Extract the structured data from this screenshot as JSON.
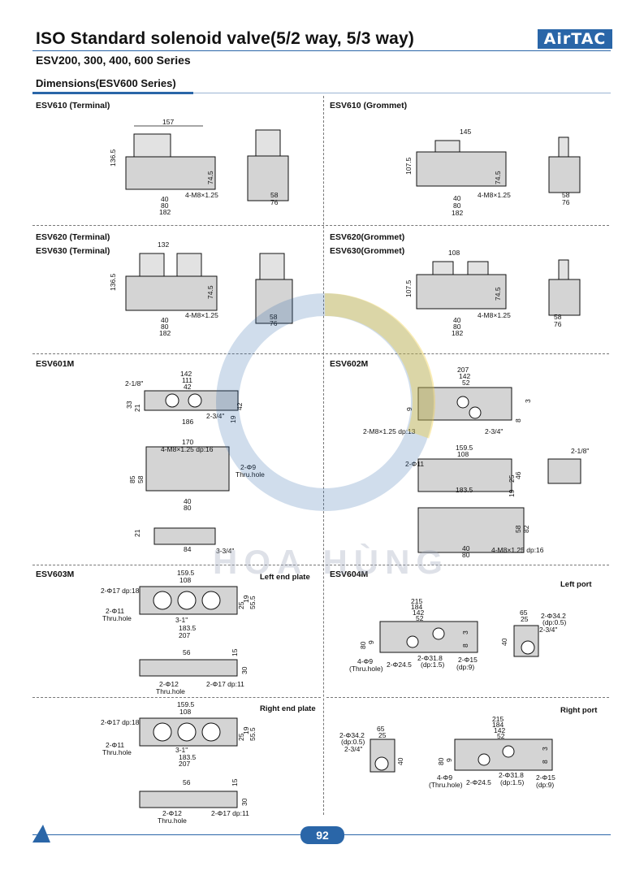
{
  "header": {
    "title": "ISO Standard solenoid valve(5/2 way, 5/3 way)",
    "subtitle": "ESV200, 300, 400, 600 Series",
    "logo": "AirTAC"
  },
  "section": {
    "title": "Dimensions(ESV600 Series)"
  },
  "panels": {
    "esv610_terminal": {
      "label": "ESV610 (Terminal)",
      "dims": [
        "157",
        "136.5",
        "74.5",
        "40",
        "80",
        "182",
        "4-M8×1.25",
        "58",
        "76"
      ]
    },
    "esv610_grommet": {
      "label": "ESV610 (Grommet)",
      "dims": [
        "145",
        "107.5",
        "74.5",
        "40",
        "80",
        "182",
        "4-M8×1.25",
        "58",
        "76"
      ]
    },
    "esv620_terminal": {
      "label1": "ESV620 (Terminal)",
      "label2": "ESV630 (Terminal)",
      "dims": [
        "132",
        "136.5",
        "74.5",
        "40",
        "80",
        "182",
        "4-M8×1.25",
        "58",
        "76"
      ]
    },
    "esv620_grommet": {
      "label1": "ESV620(Grommet)",
      "label2": "ESV630(Grommet)",
      "dims": [
        "108",
        "107.5",
        "74.5",
        "40",
        "80",
        "182",
        "4-M8×1.25",
        "58",
        "76"
      ]
    },
    "esv601m": {
      "label": "ESV601M",
      "dims": [
        "142",
        "111",
        "42",
        "2-1/8\"",
        "33",
        "21",
        "42",
        "186",
        "2-3/4\"",
        "19",
        "170",
        "4-M8×1.25 dp:16",
        "85",
        "58",
        "2-Φ9",
        "Thru.hole",
        "40",
        "80",
        "21",
        "84",
        "3-3/4\""
      ]
    },
    "esv602m": {
      "label": "ESV602M",
      "dims": [
        "207",
        "142",
        "52",
        "3",
        "8",
        "9",
        "2-M8×1.25 dp:13",
        "2-3/4\"",
        "159.5",
        "108",
        "2-Φ11",
        "2-1/8\"",
        "46",
        "25",
        "183.5",
        "19",
        "58",
        "82",
        "40",
        "80",
        "4-M8×1.25 dp:16"
      ]
    },
    "esv603m": {
      "label": "ESV603M",
      "sublabel": "Left end plate",
      "dims": [
        "159.5",
        "108",
        "2-Φ17 dp:18",
        "2-Φ11",
        "Thru.hole",
        "3-1\"",
        "183.5",
        "207",
        "19",
        "25",
        "55.5",
        "56",
        "15",
        "30",
        "2-Φ12",
        "Thru.hole",
        "2-Φ17 dp:11"
      ]
    },
    "esv603m_right": {
      "sublabel": "Right end plate",
      "dims": [
        "159.5",
        "108",
        "2-Φ17 dp:18",
        "2-Φ11",
        "Thru.hole",
        "3-1\"",
        "183.5",
        "207",
        "19",
        "25",
        "55.5",
        "56",
        "15",
        "30",
        "2-Φ12",
        "Thru.hole",
        "2-Φ17 dp:11"
      ]
    },
    "esv604m": {
      "label": "ESV604M",
      "sublabel": "Left port",
      "dims": [
        "215",
        "184",
        "142",
        "52",
        "80",
        "9",
        "3",
        "8",
        "4-Φ9",
        "(Thru.hole)",
        "2-Φ24.5",
        "2-Φ31.8",
        "(dp:1.5)",
        "2-Φ15",
        "(dp:9)",
        "65",
        "25",
        "2-Φ34.2",
        "(dp:0.5)",
        "2-3/4\"",
        "40"
      ]
    },
    "esv604m_right": {
      "sublabel": "Right port",
      "dims": [
        "215",
        "184",
        "142",
        "52",
        "80",
        "9",
        "3",
        "8",
        "4-Φ9",
        "(Thru.hole)",
        "2-Φ24.5",
        "2-Φ31.8",
        "(dp:1.5)",
        "2-Φ15",
        "(dp:9)",
        "65",
        "25",
        "2-Φ34.2",
        "(dp:0.5)",
        "2-3/4\"",
        "40"
      ]
    }
  },
  "watermark": "HOA HÙNG",
  "footer": {
    "page_number": "92"
  },
  "colors": {
    "brand": "#2a66a8",
    "ink": "#111111",
    "part_fill": "#d4d4d4"
  }
}
